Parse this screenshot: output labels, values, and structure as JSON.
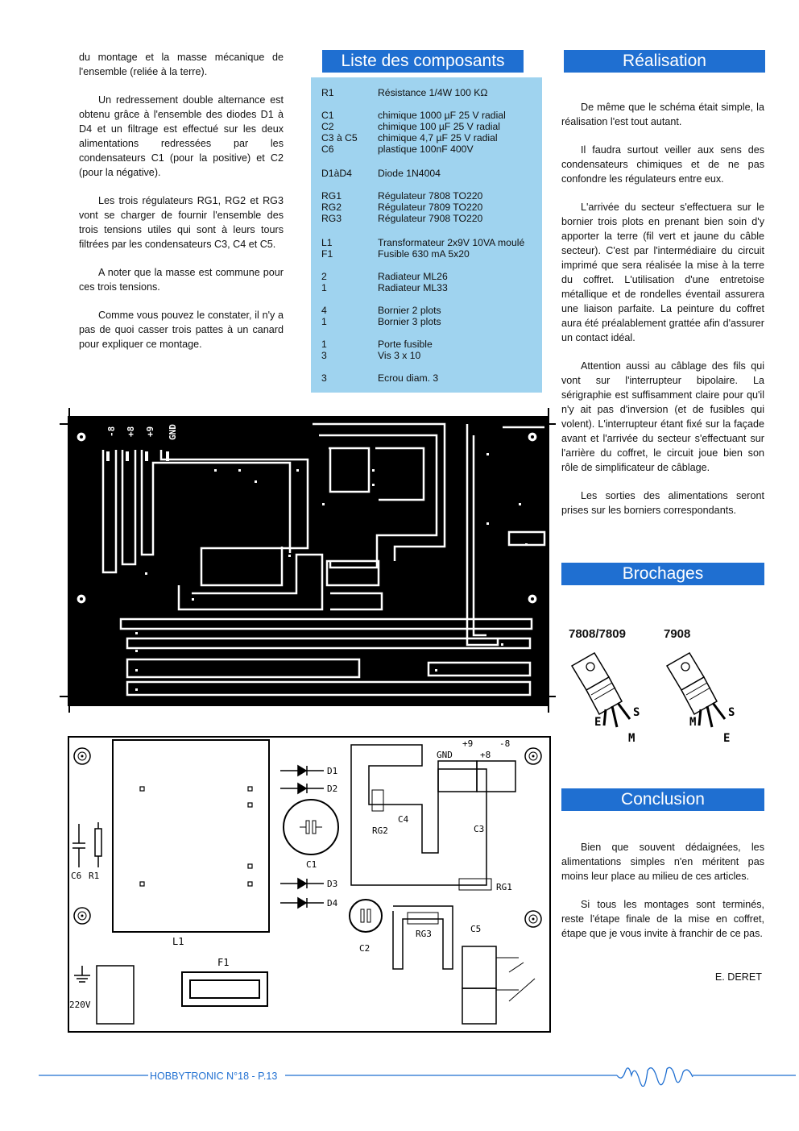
{
  "left_column": {
    "paragraphs": [
      "du montage et la masse mécanique de l'ensemble (reliée à la terre).",
      "Un redressement double alternance est obtenu grâce à l'ensemble des diodes D1 à D4 et un filtrage est effectué sur les deux alimentations redressées par les condensateurs C1 (pour la positive) et C2 (pour la négative).",
      "Les trois régulateurs RG1, RG2 et RG3 vont se charger de fournir l'ensemble des trois tensions utiles qui sont à leurs tours filtrées par les condensateurs C3, C4 et C5.",
      "A noter que la masse est commune pour ces trois tensions.",
      "Comme vous pouvez le constater, il n'y a pas de quoi casser trois pattes à un canard pour expliquer ce montage."
    ]
  },
  "components": {
    "title": "Liste des composants",
    "groups": [
      {
        "rows": [
          [
            "R1",
            "Résistance 1/4W 100 KΩ"
          ]
        ]
      },
      {
        "rows": [
          [
            "C1",
            "chimique 1000 µF 25 V radial"
          ],
          [
            "C2",
            "chimique 100 µF 25 V radial"
          ],
          [
            "C3 à C5",
            "chimique 4,7 µF 25 V radial"
          ],
          [
            "C6",
            "plastique 100nF 400V"
          ]
        ]
      },
      {
        "rows": [
          [
            "D1àD4",
            "Diode 1N4004"
          ]
        ]
      },
      {
        "rows": [
          [
            "RG1",
            "Régulateur 7808 TO220"
          ],
          [
            "RG2",
            "Régulateur 7809 TO220"
          ],
          [
            "RG3",
            "Régulateur 7908 TO220"
          ]
        ]
      },
      {
        "rows": [
          [
            "L1",
            "Transformateur 2x9V 10VA moulé"
          ],
          [
            "F1",
            "Fusible 630 mA 5x20"
          ]
        ]
      },
      {
        "rows": [
          [
            "2",
            "Radiateur ML26"
          ],
          [
            "1",
            "Radiateur ML33"
          ]
        ]
      },
      {
        "rows": [
          [
            "4",
            "Bornier 2 plots"
          ],
          [
            "1",
            "Bornier 3 plots"
          ]
        ]
      },
      {
        "rows": [
          [
            "1",
            "Porte fusible"
          ],
          [
            "3",
            "Vis 3 x 10"
          ]
        ]
      },
      {
        "rows": [
          [
            "3",
            "Ecrou diam. 3"
          ]
        ]
      }
    ]
  },
  "realisation": {
    "title": "Réalisation",
    "paragraphs": [
      "De même que le schéma était simple, la réalisation l'est tout autant.",
      "Il faudra surtout veiller aux sens des condensateurs chimiques et de ne pas confondre les régulateurs entre eux.",
      "L'arrivée du secteur s'effectuera sur le bornier trois plots en prenant bien soin d'y apporter la terre (fil vert et jaune du câble secteur). C'est par l'intermédiaire du circuit imprimé que sera réalisée la mise à la terre du coffret. L'utilisation d'une entretoise métallique et de rondelles éventail assurera une liaison parfaite. La peinture du coffret aura été préalablement grattée afin d'assurer un contact idéal.",
      "Attention aussi au câblage des fils qui vont sur l'interrupteur bipolaire. La sérigraphie est suffisamment claire pour qu'il n'y ait pas d'inversion (et de fusibles qui volent). L'interrupteur étant fixé sur la façade avant et l'arrivée du secteur s'effectuant sur l'arrière du coffret, le circuit joue bien son rôle de simplificateur de câblage.",
      "Les sorties des alimentations seront prises sur les borniers correspondants."
    ]
  },
  "brochages": {
    "title": "Brochages",
    "left_label": "7808/7809",
    "right_label": "7908",
    "left_pins": {
      "a": "E",
      "b": "S",
      "c": "M"
    },
    "right_pins": {
      "a": "M",
      "b": "S",
      "c": "E"
    }
  },
  "conclusion": {
    "title": "Conclusion",
    "paragraphs": [
      "Bien que souvent dédaignées, les alimentations simples n'en méritent pas moins leur place au milieu de ces articles.",
      "Si tous les montages sont terminés, reste l'étape finale de la mise en coffret, étape que je vous invite à franchir de ce pas."
    ],
    "signature": "E. DERET"
  },
  "pcb_labels": {
    "t1": "-8",
    "t2": "+8",
    "t3": "+9",
    "t4": "GND"
  },
  "silkscreen": {
    "d1": "D1",
    "d2": "D2",
    "d3": "D3",
    "d4": "D4",
    "c1": "C1",
    "c2": "C2",
    "c3": "C3",
    "c4": "C4",
    "c5": "C5",
    "c6": "C6",
    "r1": "R1",
    "l1": "L1",
    "f1": "F1",
    "rg1": "RG1",
    "rg2": "RG2",
    "rg3": "RG3",
    "gnd": "GND",
    "p9": "+9",
    "p8": "+8",
    "m8": "-8",
    "v220": "220V"
  },
  "footer": "HOBBYTRONIC N°18 - P.13",
  "colors": {
    "accent": "#1f6fd1",
    "list_bg": "#9fd3ef"
  }
}
